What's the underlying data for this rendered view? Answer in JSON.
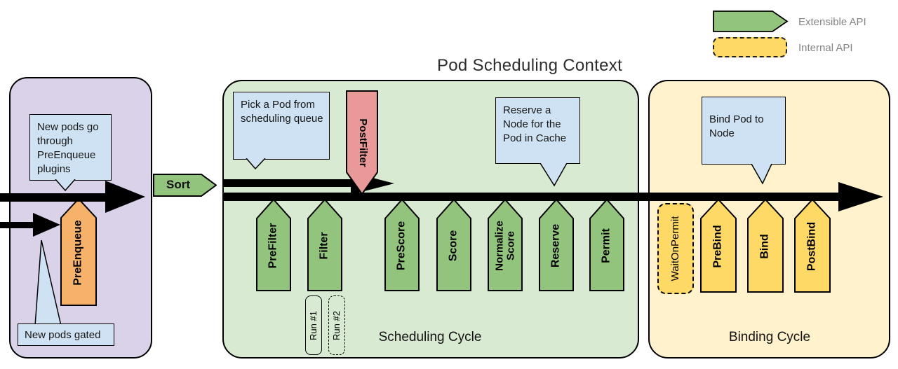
{
  "title": "Pod Scheduling Context",
  "legend": {
    "extensible": "Extensible API",
    "internal": "Internal API"
  },
  "queue_section": {
    "callout_top": "New pods go through PreEnqueue plugins",
    "callout_bottom": "New pods gated",
    "preenqueue_label": "PreEnqueue",
    "sort_label": "Sort"
  },
  "scheduling_cycle": {
    "label": "Scheduling Cycle",
    "callout_pick": "Pick a Pod from scheduling queue",
    "callout_reserve": "Reserve a Node for the Pod in Cache",
    "postfilter_label": "PostFilter",
    "plugins": [
      "PreFilter",
      "Filter",
      "PreScore",
      "Score",
      "Normalize\nScore",
      "Reserve",
      "Permit"
    ],
    "runs": [
      "Run #1",
      "Run #2"
    ]
  },
  "binding_cycle": {
    "label": "Binding Cycle",
    "callout_bind": "Bind Pod to Node",
    "waitonpermit_label": "WaitOnPermit",
    "plugins": [
      "PreBind",
      "Bind",
      "PostBind"
    ]
  },
  "colors": {
    "queue_box_bg": "#d9d2e9",
    "scheduling_box_bg": "#d9ead3",
    "binding_box_bg": "#fff2cc",
    "extensible_green": "#93c47d",
    "preenqueue_orange": "#f6b26b",
    "postfilter_red": "#ea9999",
    "internal_yellow": "#ffd966",
    "callout_blue": "#cfe2f3",
    "arrow_black": "#000000",
    "legend_text_gray": "#848484"
  }
}
